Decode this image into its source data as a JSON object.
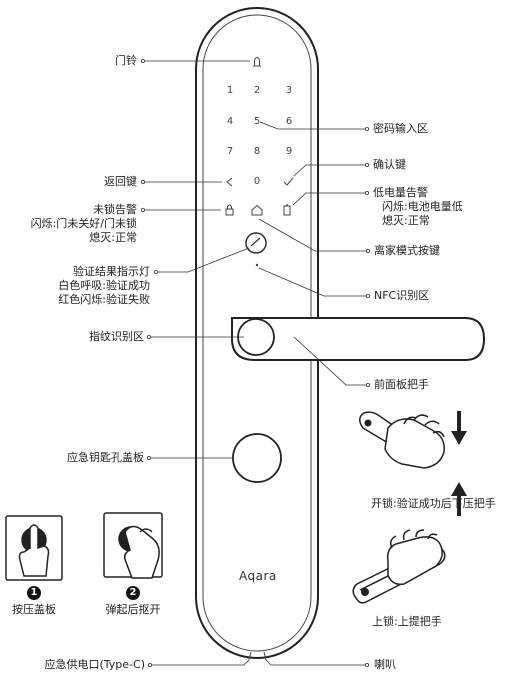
{
  "brand": "Aqara",
  "keypad": {
    "digits": [
      "1",
      "2",
      "3",
      "4",
      "5",
      "6",
      "7",
      "8",
      "9",
      "0"
    ]
  },
  "left_labels": {
    "doorbell": "门铃",
    "back_key": "返回键",
    "unlocked_alarm": "未锁告警",
    "unlocked_alarm_flash": "闪烁:门未关好/门未锁",
    "unlocked_alarm_off": "熄灭:正常",
    "verify_indicator": "验证结果指示灯",
    "verify_white": "白色呼吸:验证成功",
    "verify_red": "红色闪烁:验证失败",
    "fingerprint": "指纹识别区",
    "key_cover": "应急钥匙孔盖板",
    "power_port": "应急供电口(Type-C)"
  },
  "right_labels": {
    "password_area": "密码输入区",
    "confirm_key": "确认键",
    "low_battery": "低电量告警",
    "low_battery_flash": "闪烁:电池电量低",
    "low_battery_off": "熄灭:正常",
    "away_mode": "离家模式按键",
    "nfc": "NFC识别区",
    "handle": "前面板把手",
    "unlock_caption": "开锁:验证成功后下压把手",
    "lock_caption": "上锁:上提把手",
    "speaker": "喇叭"
  },
  "steps": [
    {
      "number": "1",
      "label": "按压盖板"
    },
    {
      "number": "2",
      "label": "弹起后抠开"
    }
  ]
}
